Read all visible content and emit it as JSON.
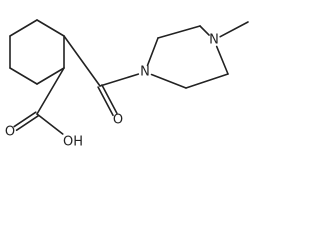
{
  "molecule": {
    "atoms": [
      {
        "id": "c1",
        "label": ""
      },
      {
        "id": "c2",
        "label": ""
      },
      {
        "id": "c3",
        "label": ""
      },
      {
        "id": "c4",
        "label": ""
      },
      {
        "id": "c5",
        "label": ""
      },
      {
        "id": "c6",
        "label": ""
      },
      {
        "id": "c_carboxyl",
        "label": ""
      },
      {
        "id": "o_carbonyl_acid",
        "label": "O"
      },
      {
        "id": "o_hydroxyl",
        "label": "OH"
      },
      {
        "id": "c_amide",
        "label": ""
      },
      {
        "id": "o_amide",
        "label": "O"
      },
      {
        "id": "n1",
        "label": "N"
      },
      {
        "id": "pc1",
        "label": ""
      },
      {
        "id": "pc2",
        "label": ""
      },
      {
        "id": "n4",
        "label": "N"
      },
      {
        "id": "pc3",
        "label": ""
      },
      {
        "id": "pc4",
        "label": ""
      },
      {
        "id": "c_methyl",
        "label": ""
      }
    ],
    "bonds": [
      {
        "a": "c1",
        "b": "c2",
        "order": 1
      },
      {
        "a": "c2",
        "b": "c3",
        "order": 1
      },
      {
        "a": "c3",
        "b": "c4",
        "order": 1
      },
      {
        "a": "c4",
        "b": "c5",
        "order": 1
      },
      {
        "a": "c5",
        "b": "c6",
        "order": 1
      },
      {
        "a": "c6",
        "b": "c1",
        "order": 1
      },
      {
        "a": "c5",
        "b": "c_carboxyl",
        "order": 1
      },
      {
        "a": "c_carboxyl",
        "b": "o_carbonyl_acid",
        "order": 2
      },
      {
        "a": "c_carboxyl",
        "b": "o_hydroxyl",
        "order": 1
      },
      {
        "a": "c6",
        "b": "c_amide",
        "order": 1
      },
      {
        "a": "c_amide",
        "b": "o_amide",
        "order": 2
      },
      {
        "a": "c_amide",
        "b": "n1",
        "order": 1
      },
      {
        "a": "n1",
        "b": "pc1",
        "order": 1
      },
      {
        "a": "pc1",
        "b": "pc2",
        "order": 1
      },
      {
        "a": "pc2",
        "b": "n4",
        "order": 1
      },
      {
        "a": "n4",
        "b": "pc3",
        "order": 1
      },
      {
        "a": "pc3",
        "b": "pc4",
        "order": 1
      },
      {
        "a": "pc4",
        "b": "n1",
        "order": 1
      },
      {
        "a": "n4",
        "b": "c_methyl",
        "order": 1
      }
    ]
  }
}
